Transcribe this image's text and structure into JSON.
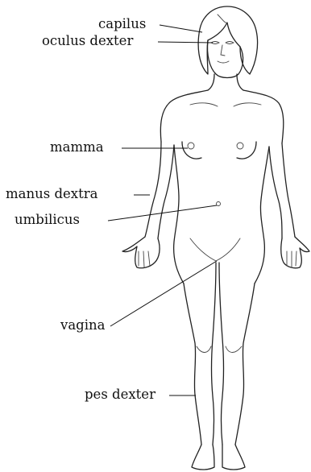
{
  "labels": {
    "capilus": "capilus",
    "oculus_dexter": "oculus dexter",
    "mamma": "mamma",
    "manus_dextra": "manus dextra",
    "umbilicus": "umbilicus",
    "vagina": "vagina",
    "pes_dexter": "pes dexter"
  },
  "colors": {
    "ink": "#111111",
    "background": "#ffffff"
  }
}
